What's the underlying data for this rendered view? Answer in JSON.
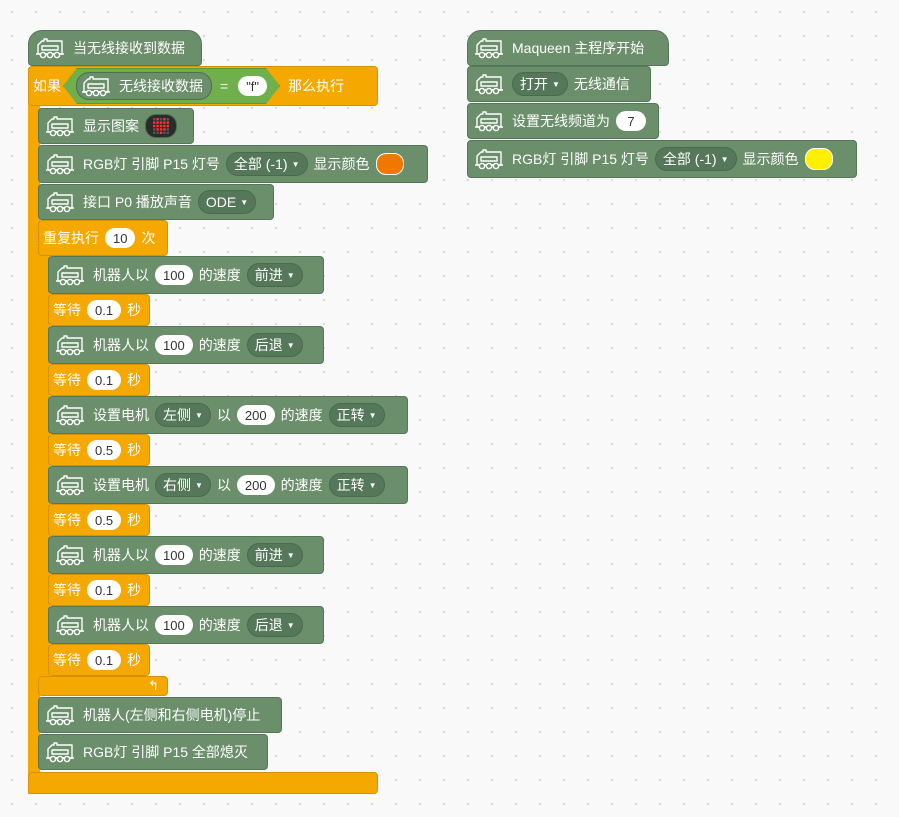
{
  "colors": {
    "motor_block": "#6b8e6b",
    "control_block": "#f5a800",
    "logic_block": "#6fb04c",
    "rgb_color_1": "#f07800",
    "rgb_color_2": "#fff000"
  },
  "icon": "maqueen-robot-icon",
  "script1": {
    "hat_label": "当无线接收到数据",
    "if_label": "如果",
    "received_label": "无线接收数据",
    "eq_op": "=",
    "received_value": "\"f\"",
    "then_label": "那么执行",
    "show_pattern_label": "显示图案",
    "rgb": {
      "prefix": "RGB灯 引脚 P15 灯号",
      "option": "全部 (-1)",
      "suffix": "显示颜色"
    },
    "sound": {
      "prefix": "接口 P0 播放声音",
      "option": "ODE"
    },
    "repeat": {
      "label": "重复执行",
      "count": "10",
      "suffix": "次"
    },
    "move_prefix": "机器人以",
    "speed_suffix": "的速度",
    "wait_label": "等待",
    "sec_label": "秒",
    "motor_label": "设置电机",
    "motor_with": "以",
    "steps": [
      {
        "type": "move",
        "speed": "100",
        "dir": "前进"
      },
      {
        "type": "wait",
        "sec": "0.1"
      },
      {
        "type": "move",
        "speed": "100",
        "dir": "后退"
      },
      {
        "type": "wait",
        "sec": "0.1"
      },
      {
        "type": "motor",
        "side": "左侧",
        "speed": "200",
        "dir": "正转"
      },
      {
        "type": "wait",
        "sec": "0.5"
      },
      {
        "type": "motor",
        "side": "右侧",
        "speed": "200",
        "dir": "正转"
      },
      {
        "type": "wait",
        "sec": "0.5"
      },
      {
        "type": "move",
        "speed": "100",
        "dir": "前进"
      },
      {
        "type": "wait",
        "sec": "0.1"
      },
      {
        "type": "move",
        "speed": "100",
        "dir": "后退"
      },
      {
        "type": "wait",
        "sec": "0.1"
      }
    ],
    "loop_end_icon": "↰",
    "stop_label": "机器人(左侧和右侧电机)停止",
    "rgb_off_label": "RGB灯 引脚 P15 全部熄灭"
  },
  "script2": {
    "hat_label": "Maqueen 主程序开始",
    "open_option": "打开",
    "open_suffix": "无线通信",
    "channel_label": "设置无线频道为",
    "channel_value": "7",
    "rgb": {
      "prefix": "RGB灯 引脚 P15 灯号",
      "option": "全部 (-1)",
      "suffix": "显示颜色"
    }
  }
}
